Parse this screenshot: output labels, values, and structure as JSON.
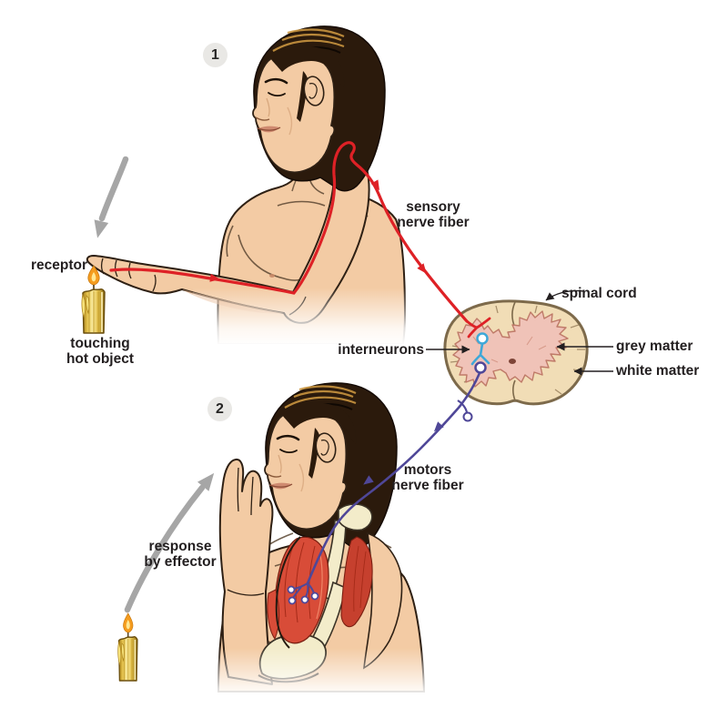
{
  "figure": {
    "step1": {
      "badge": "1",
      "receptor_label": "receptor",
      "touching_label": {
        "line1": "touching",
        "line2": "hot object"
      },
      "sensory_label": {
        "line1": "sensory",
        "line2": "nerve fiber"
      }
    },
    "spinal_section": {
      "spinal_cord_label": "spinal cord",
      "interneurons_label": "interneurons",
      "grey_matter_label": "grey matter",
      "white_matter_label": "white matter"
    },
    "step2": {
      "badge": "2",
      "motor_label": {
        "line1": "motors",
        "line2": "nerve fiber"
      },
      "response_label": {
        "line1": "response",
        "line2": "by effector"
      }
    },
    "colors": {
      "sensory_nerve": "#de2126",
      "motor_nerve": "#4f4798",
      "interneuron": "#3fa8d8",
      "leader_line": "#231f20",
      "pointer_arrow": "#a6a6a6",
      "label_text": "#231f20",
      "skin": "#f3cba4",
      "hair": "#2b1a0c",
      "muscle": "#d84c38",
      "bone": "#f3ecca",
      "spinal_cord_fill": "#f1ddb6",
      "spinal_cord_outline": "#7d6a4b",
      "grey_matter_fill": "#f0c3b8",
      "candle_wax": "#e9c544",
      "flame": "#f59c1e",
      "badge_background": "#e9e8e5"
    }
  }
}
